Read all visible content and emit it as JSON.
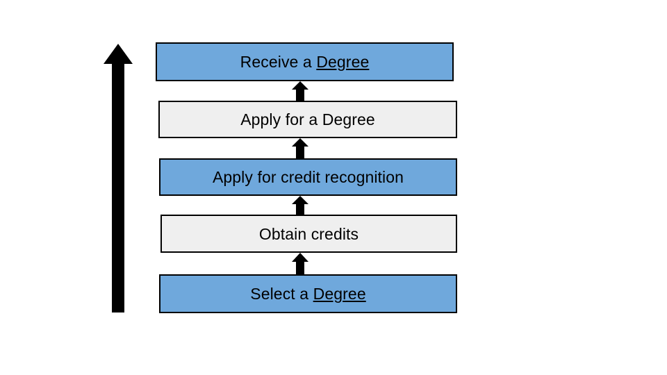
{
  "diagram": {
    "title_visible": false,
    "type": "vertical-process-flow",
    "direction": "bottom-to-top",
    "colors": {
      "accent_blue": "#6FA8DC",
      "neutral_gray": "#EFEFEF",
      "outline": "#000000",
      "arrow": "#000000",
      "text": "#000000",
      "background": "#FFFFFF"
    },
    "steps": [
      {
        "order": 5,
        "label": "Receive a Degree",
        "label_prefix": "Receive a ",
        "label_underlined": "Degree",
        "fill": "#6FA8DC",
        "style": "blue"
      },
      {
        "order": 4,
        "label": "Apply for a Degree",
        "label_prefix": "Apply for a Degree",
        "label_underlined": "",
        "fill": "#EFEFEF",
        "style": "gray"
      },
      {
        "order": 3,
        "label": "Apply for credit recognition",
        "label_prefix": "Apply for credit recognition",
        "label_underlined": "",
        "fill": "#6FA8DC",
        "style": "blue"
      },
      {
        "order": 2,
        "label": "Obtain credits",
        "label_prefix": "Obtain credits",
        "label_underlined": "",
        "fill": "#EFEFEF",
        "style": "gray"
      },
      {
        "order": 1,
        "label": "Select a Degree",
        "label_prefix": "Select a ",
        "label_underlined": "Degree",
        "fill": "#6FA8DC",
        "style": "blue"
      }
    ],
    "connectors": [
      {
        "from": "Apply for a Degree",
        "to": "Receive a Degree",
        "icon": "up-arrow-icon"
      },
      {
        "from": "Apply for credit recognition",
        "to": "Apply for a Degree",
        "icon": "up-arrow-icon"
      },
      {
        "from": "Obtain credits",
        "to": "Apply for credit recognition",
        "icon": "up-arrow-icon"
      },
      {
        "from": "Select a Degree",
        "to": "Obtain credits",
        "icon": "up-arrow-icon"
      }
    ],
    "progression_arrow": {
      "icon": "large-up-arrow-icon",
      "direction": "up",
      "color": "#000000"
    }
  }
}
